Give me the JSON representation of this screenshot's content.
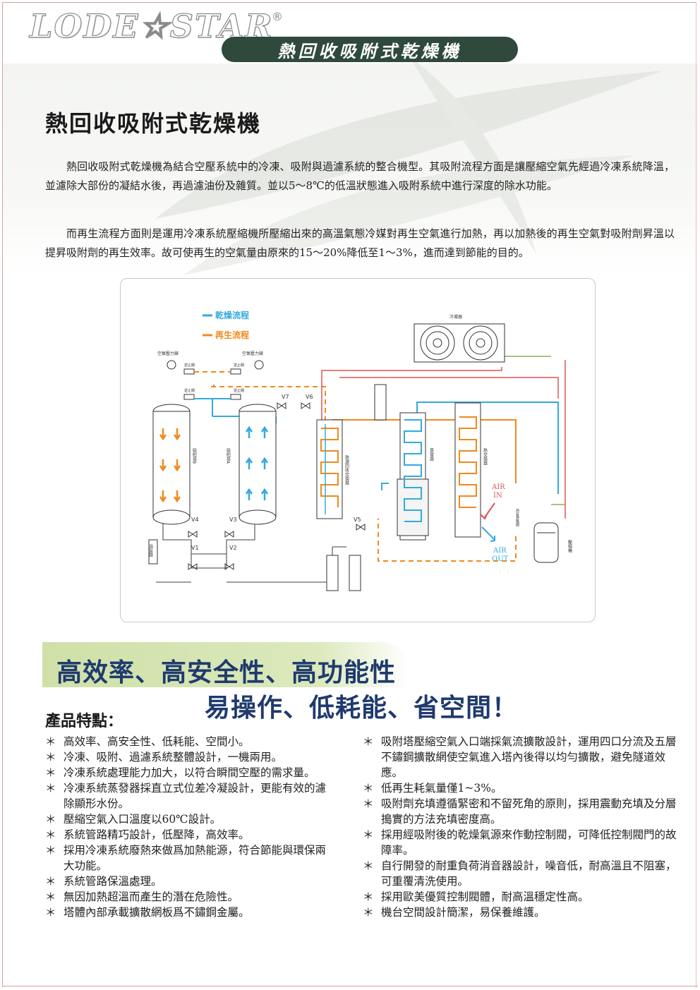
{
  "brand": {
    "logo": "LODE☆STAR",
    "registered": "®"
  },
  "banner_title": "熱回收吸附式乾燥機",
  "page_title": "熱回收吸附式乾燥機",
  "intro": [
    "熱回收吸附式乾燥機為結合空壓系統中的冷凍、吸附與過濾系統的整合機型。其吸附流程方面是讓壓縮空氣先經過冷凍系統降溫，並濾除大部份的凝結水後，再過濾油份及雜質。並以5～8℃的低溫狀態進入吸附系統中進行深度的除水功能。",
    "而再生流程方面則是運用冷凍系統壓縮機所壓縮出來的高溫氣態冷媒對再生空氣進行加熱，再以加熱後的再生空氣對吸附劑昇溫以提昇吸附劑的再生效率。故可使再生的空氣量由原來的15～20%降低至1～3%，進而達到節能的目的。"
  ],
  "diagram": {
    "legend_dry": "乾燥流程",
    "legend_regen": "再生流程",
    "condenser": "冷凝器",
    "gauge_left": "空氣壓力錶",
    "gauge_right": "空氣壓力錶",
    "check_valve": "逆止閥",
    "tower_b": "吸附塔B",
    "tower_a": "吸附塔A",
    "heat_recovery_exchanger": "熱源回收交換器",
    "evaporator": "蒸發器",
    "heat_exchanger": "熱交換器",
    "bypass": "熱氣旁路閥",
    "compressor": "壓縮機",
    "silencer": "消音器",
    "air_in": [
      "AIR",
      "IN"
    ],
    "air_out": [
      "AIR",
      "OUT"
    ],
    "valves": [
      "V7",
      "V6",
      "V4",
      "V3",
      "V5",
      "V1",
      "V2"
    ],
    "colors": {
      "dry": "#33aadd",
      "regen": "#f08a1c",
      "refrigerant": "#e05555",
      "pipe": "#666666"
    }
  },
  "slogan_line1": "高效率、高安全性、高功能性",
  "slogan_line2": "易操作、低耗能、省空間！",
  "features_heading": "產品特點：",
  "bullet": "＊",
  "features_left": [
    "高效率、高安全性、低耗能、空間小。",
    "冷凍、吸附、過濾系統整體設計，一機兩用。",
    "冷凍系統處理能力加大，以符合瞬間空壓的需求量。",
    "冷凍系統蒸發器採直立式位差冷凝設計，更能有效的濾除顯形水份。",
    "壓縮空氣入口溫度以60℃設計。",
    "系統管路精巧設計，低壓降，高效率。",
    "採用冷凍系統廢熱來做爲加熱能源，符合節能與環保兩大功能。",
    "系統管路保溫處理。",
    "無因加熱超溫而產生的潛在危險性。",
    "塔體內部承載擴散網板爲不鏽鋼金屬。"
  ],
  "features_right": [
    "吸附塔壓縮空氣入口端採氣流擴散設計，運用四口分流及五層不鏽鋼擴散網使空氣進入塔內後得以均勻擴散，避免隧道效應。",
    "低再生耗氣量僅1~3%。",
    "吸附劑充填遵循緊密和不留死角的原則，採用震動充填及分層搗實的方法充填密度高。",
    "採用經吸附後的乾燥氣源來作動控制閥，可降低控制閥門的故障率。",
    "自行開發的耐重負荷消音器設計，噪音低，耐高溫且不阻塞，可重覆清洗使用。",
    "採用歐美優質控制閥體，耐高溫穩定性高。",
    "機台空間設計簡潔，易保養維護。"
  ]
}
